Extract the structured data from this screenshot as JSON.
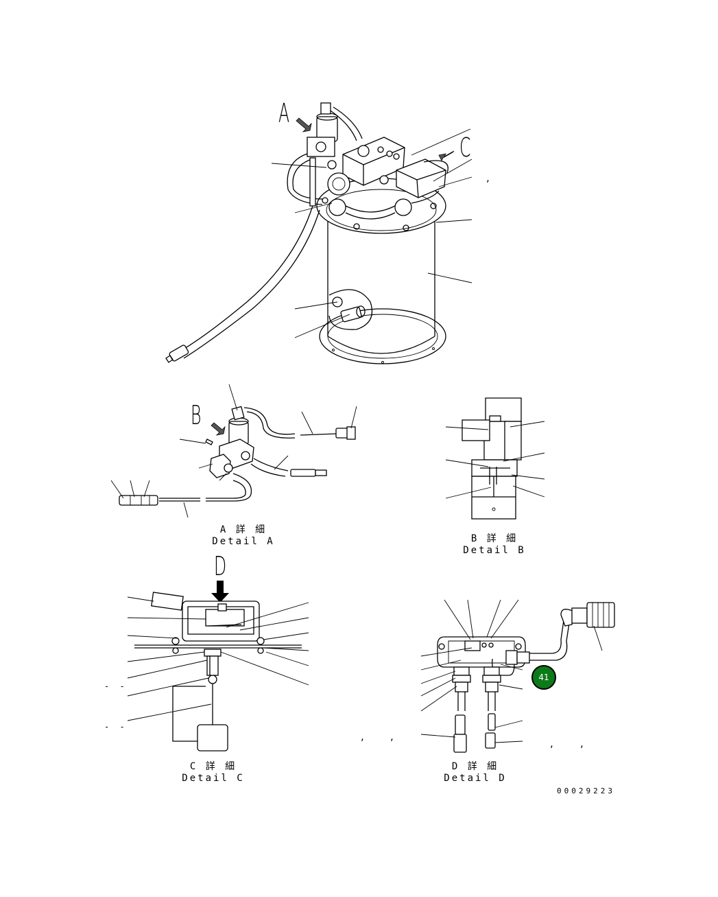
{
  "view_labels": {
    "a": "A",
    "b": "B",
    "c": "C",
    "d": "D"
  },
  "captions": {
    "detail_a_jp": "A 詳 細",
    "detail_a_en": "Detail A",
    "detail_b_jp": "B 詳 細",
    "detail_b_en": "Detail B",
    "detail_c_jp": "C 詳 細",
    "detail_c_en": "Detail C",
    "detail_d_jp": "D 詳 細",
    "detail_d_en": "Detail D"
  },
  "drawing_number": "00029223",
  "badge_number": "41",
  "separators": {
    "comma": ",",
    "dash": "- -"
  },
  "colors": {
    "badge_fill": "#0d7a1a",
    "line": "#000000",
    "background": "#ffffff"
  }
}
